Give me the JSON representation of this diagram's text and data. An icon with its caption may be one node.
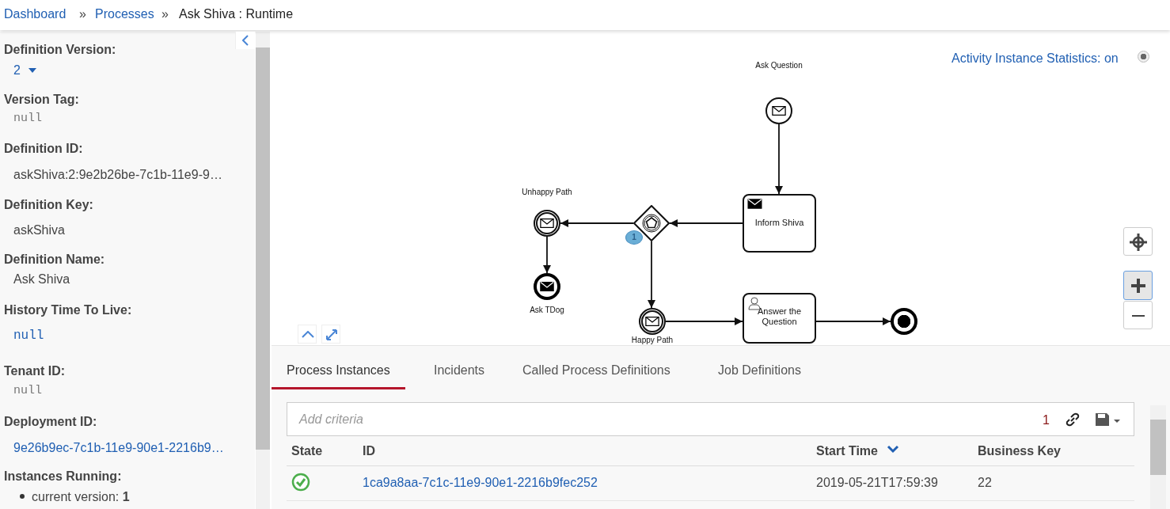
{
  "diagram": {
    "nodes": [
      {
        "text": [],
        "shape": "circle",
        "beside": [
          "Ask Question"
        ]
      },
      {
        "text": [
          "Inform Shiva"
        ]
      },
      {
        "text": [],
        "shape": "diamond",
        "beside": [
          "1"
        ]
      },
      {
        "text": [],
        "shape": "circle",
        "beside": [
          "Unhappy Path"
        ]
      },
      {
        "text": [],
        "shape": "circle",
        "beside": [
          "Ask TDog"
        ]
      },
      {
        "text": [],
        "shape": "circle",
        "beside": [
          "Happy Path"
        ]
      },
      {
        "text": [
          "Answer the Question"
        ]
      },
      {
        "text": [],
        "shape": "circle"
      }
    ],
    "edges": [
      {
        "from": 0,
        "to": 1,
        "arrow": "to"
      },
      {
        "from": 1,
        "to": 2,
        "arrow": "to"
      },
      {
        "from": 2,
        "to": 3,
        "arrow": "to"
      },
      {
        "from": 3,
        "to": 4,
        "arrow": "to"
      },
      {
        "from": 2,
        "to": 5,
        "arrow": "to"
      },
      {
        "from": 5,
        "to": 6,
        "arrow": "to"
      },
      {
        "from": 6,
        "to": 7,
        "arrow": "to"
      }
    ],
    "labels": [
      "Dashboard",
      "»",
      "Processes",
      "»",
      "Ask Shiva : Runtime",
      "Definition Version:",
      "2",
      "Version Tag:",
      "null",
      "Definition ID:",
      "askShiva:2:9e2b26be-7c1b-11e9-9…",
      "Definition Key:",
      "askShiva",
      "Definition Name:",
      "Ask Shiva",
      "History Time To Live:",
      "null",
      "Tenant ID:",
      "null",
      "Deployment ID:",
      "9e26b9ec-7c1b-11e9-90e1-2216b9…",
      "Instances Running:",
      "current version: **1**",
      "Activity Instance Statistics: on",
      "Process Instances",
      "Incidents",
      "Called Process Definitions",
      "Job Definitions",
      "Add criteria",
      "1",
      "State",
      "ID",
      "Start Time",
      "Business Key",
      "1ca9a8aa-7c1c-11e9-90e1-2216b9fec252",
      "2019-05-21T17:59:39",
      "22"
    ]
  }
}
